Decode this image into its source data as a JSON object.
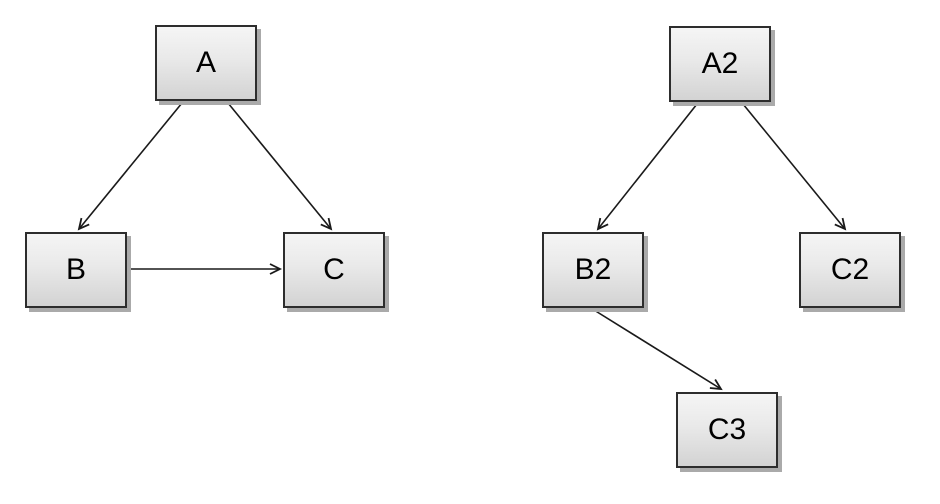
{
  "diagrams": {
    "left": {
      "nodes": [
        {
          "id": "A",
          "label": "A"
        },
        {
          "id": "B",
          "label": "B"
        },
        {
          "id": "C",
          "label": "C"
        }
      ],
      "edges": [
        {
          "from": "A",
          "to": "B"
        },
        {
          "from": "A",
          "to": "C"
        },
        {
          "from": "B",
          "to": "C"
        }
      ]
    },
    "right": {
      "nodes": [
        {
          "id": "A2",
          "label": "A2"
        },
        {
          "id": "B2",
          "label": "B2"
        },
        {
          "id": "C2",
          "label": "C2"
        },
        {
          "id": "C3",
          "label": "C3"
        }
      ],
      "edges": [
        {
          "from": "A2",
          "to": "B2"
        },
        {
          "from": "A2",
          "to": "C2"
        },
        {
          "from": "B2",
          "to": "C3"
        }
      ]
    }
  },
  "colors": {
    "background": "#ffffff",
    "node_fill_top": "#f5f5f5",
    "node_fill_bottom": "#d3d3d3",
    "node_border": "#2d2d2d",
    "node_shadow": "#aaaaaa",
    "edge_stroke": "#1a1a1a",
    "label_color": "#000000"
  }
}
